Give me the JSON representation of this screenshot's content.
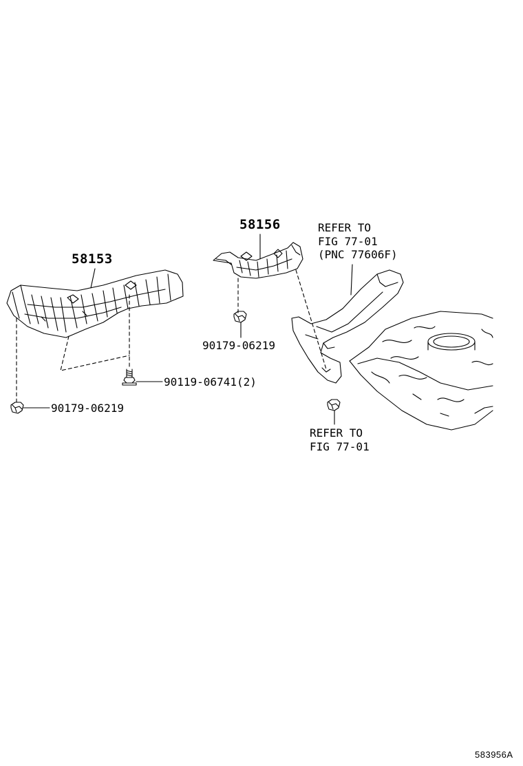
{
  "labels": {
    "part_58153": "58153",
    "part_58156": "58156",
    "bolt_90119": "90119-06741(2)",
    "nut_90179_left": "90179-06219",
    "nut_90179_mid": "90179-06219",
    "refer_fig_pnc": [
      "REFER TO",
      "FIG 77-01",
      "(PNC 77606F)"
    ],
    "refer_fig_bottom": [
      "REFER TO",
      "FIG 77-01"
    ],
    "figure_id": "583956A"
  }
}
